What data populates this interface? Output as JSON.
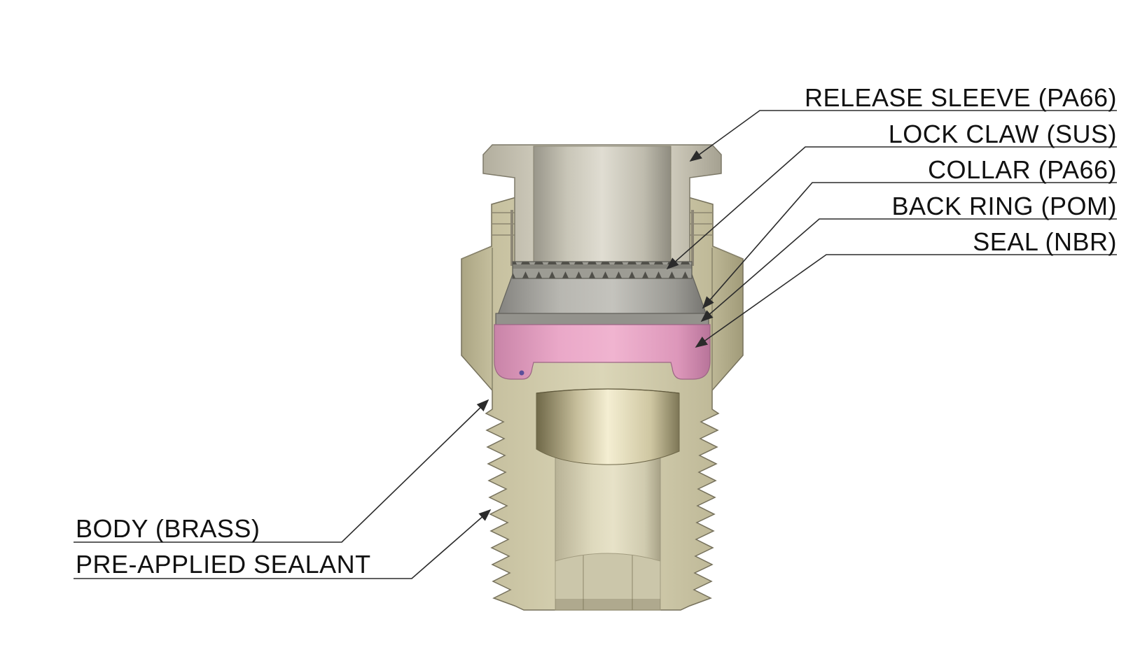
{
  "diagram": {
    "parts": [
      {
        "id": "release-sleeve",
        "label": "RELEASE SLEEVE (PA66)"
      },
      {
        "id": "lock-claw",
        "label": "LOCK CLAW (SUS)"
      },
      {
        "id": "collar",
        "label": "COLLAR (PA66)"
      },
      {
        "id": "back-ring",
        "label": "BACK RING (POM)"
      },
      {
        "id": "seal",
        "label": "SEAL (NBR)"
      },
      {
        "id": "body",
        "label": "BODY (BRASS)"
      },
      {
        "id": "pre-applied-sealant",
        "label": "PRE-APPLIED SEALANT"
      }
    ],
    "colors": {
      "background": "#ffffff",
      "body_brass": "#cbc5a4",
      "release_sleeve": "#d9d5c7",
      "collar_gray": "#a6a59f",
      "lock_claw_teeth": "#504f49",
      "back_ring_gray": "#93928c",
      "seal_pink": "#e5a2c4",
      "brass_highlight": "#f4eed2",
      "leader_line": "#2b2b2b",
      "label_text": "#111111"
    }
  }
}
